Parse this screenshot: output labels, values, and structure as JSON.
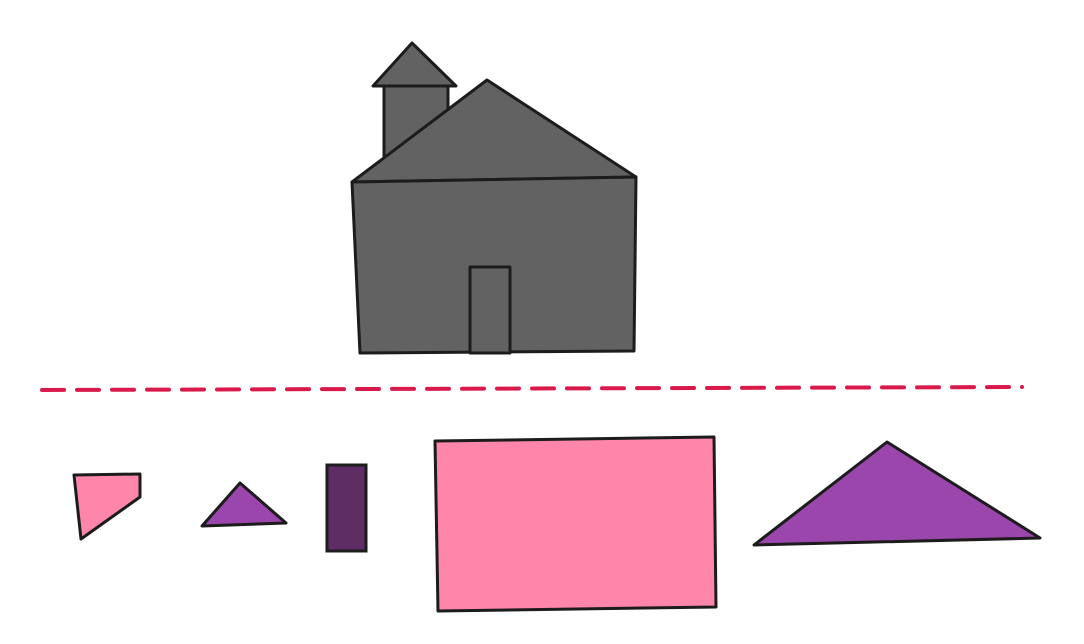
{
  "colors": {
    "house": "#626262",
    "outline": "#1c1c1c",
    "divider": "#d8194a",
    "pink": "#fe86ab",
    "purple": "#9b46ac",
    "dark_purple": "#5e2d64",
    "background": "#ffffff"
  },
  "house": {
    "parts": [
      "chimney-roof",
      "chimney",
      "roof",
      "wall",
      "door"
    ]
  },
  "divider": {
    "style": "dashed"
  },
  "pieces": [
    {
      "name": "pink-trapezoid",
      "shape": "trapezoid",
      "color": "pink"
    },
    {
      "name": "small-purple-triangle",
      "shape": "triangle",
      "color": "purple"
    },
    {
      "name": "dark-purple-rectangle",
      "shape": "rectangle",
      "color": "dark_purple"
    },
    {
      "name": "pink-rectangle",
      "shape": "rectangle",
      "color": "pink"
    },
    {
      "name": "large-purple-triangle",
      "shape": "triangle",
      "color": "purple"
    }
  ]
}
